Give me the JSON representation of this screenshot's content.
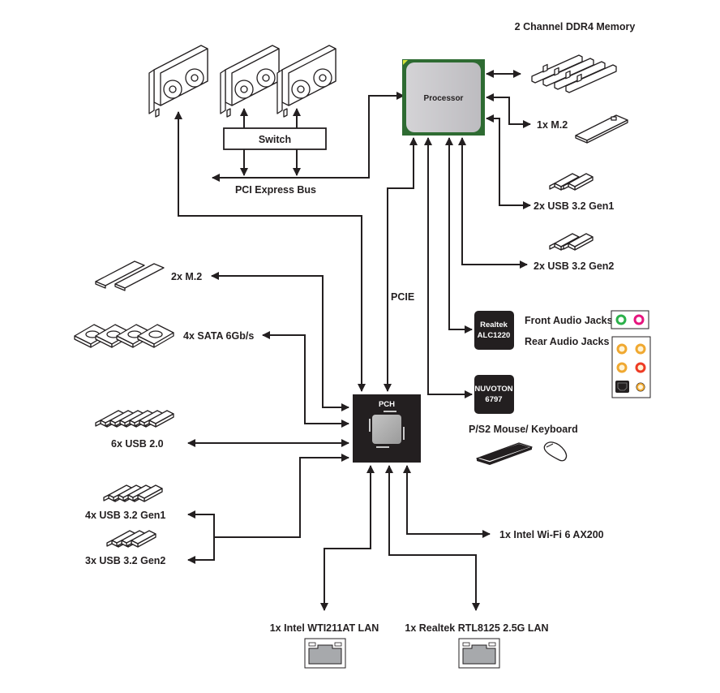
{
  "diagram": {
    "title": "Motherboard Block Diagram",
    "processor": {
      "label": "Processor"
    },
    "pch": {
      "label": "PCH"
    },
    "memory": {
      "label": "2 Channel DDR4 Memory",
      "icon": "dimm-memory-icon"
    },
    "cpu_m2": {
      "label": "1x M.2",
      "icon": "m2-ssd-icon"
    },
    "cpu_usb_gen1": {
      "label": "2x USB 3.2 Gen1",
      "icon": "usb-drive-icon"
    },
    "cpu_usb_gen2": {
      "label": "2x USB 3.2 Gen2",
      "icon": "usb-drive-icon"
    },
    "graphics": {
      "count": 3,
      "icon": "graphics-card-icon"
    },
    "switch": {
      "label": "Switch"
    },
    "pci_bus": {
      "label": "PCI Express Bus"
    },
    "pcie_link": {
      "label": "PCIE"
    },
    "audio_codec": {
      "line1": "Realtek",
      "line2": "ALC1220"
    },
    "front_audio": {
      "label": "Front Audio Jacks",
      "jack_colors": [
        "#2bb04a",
        "#e6157e"
      ]
    },
    "rear_audio": {
      "label": "Rear Audio Jacks",
      "jack_colors": [
        "#f0a830",
        "#f0a830",
        "#f0a830",
        "#ee3a24",
        "optical",
        "#f0a830"
      ]
    },
    "superio": {
      "line1": "NUVOTON",
      "line2": "6797"
    },
    "ps2": {
      "label": "P/S2 Mouse/ Keyboard",
      "icons": [
        "keyboard-icon",
        "mouse-icon"
      ]
    },
    "pch_m2": {
      "label": "2x M.2"
    },
    "sata": {
      "label": "4x SATA 6Gb/s"
    },
    "usb20": {
      "label": "6x USB 2.0"
    },
    "pch_usb_gen1": {
      "label": "4x USB 3.2 Gen1"
    },
    "pch_usb_gen2": {
      "label": "3x USB 3.2 Gen2"
    },
    "wifi": {
      "label": "1x Intel Wi-Fi 6 AX200"
    },
    "lan1": {
      "label": "1x Intel WTI211AT LAN"
    },
    "lan2": {
      "label": "1x Realtek RTL8125 2.5G LAN"
    },
    "colors": {
      "line": "#231f20",
      "processor_border": "#2e6b32",
      "processor_fill": "#c9c8cc",
      "chip_fill": "#231f20",
      "rj45_fill": "#a7a9ac"
    }
  }
}
